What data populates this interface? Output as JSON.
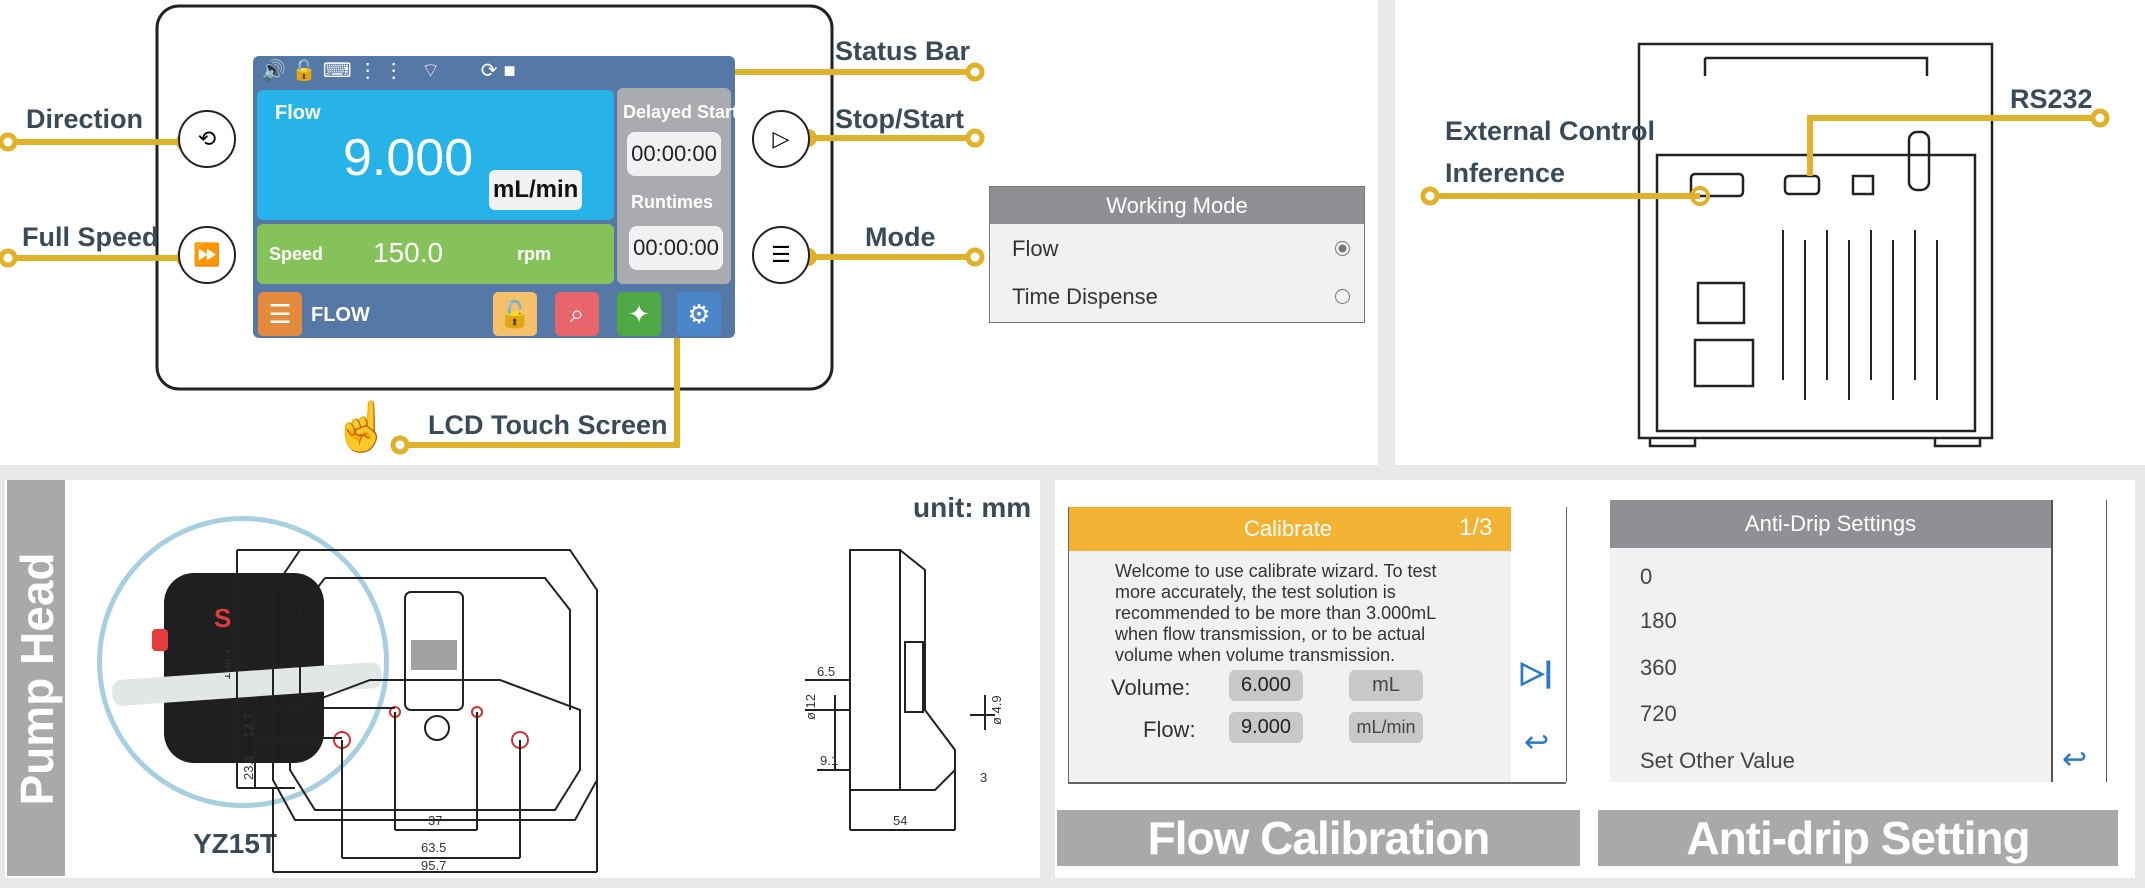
{
  "front_panel": {
    "callouts": {
      "status_bar": "Status Bar",
      "direction": "Direction",
      "stop_start": "Stop/Start",
      "full_speed": "Full Speed",
      "mode": "Mode",
      "lcd": "LCD Touch Screen"
    },
    "screen": {
      "flow_label": "Flow",
      "flow_value": "9.000",
      "flow_unit": "mL/min",
      "delayed_start_label": "Delayed Start",
      "delayed_start_value": "00:00:00",
      "runtimes_label": "Runtimes",
      "runtimes_value": "00:00:00",
      "speed_label": "Speed",
      "speed_value": "150.0",
      "speed_unit": "rpm",
      "mode_name": "FLOW"
    },
    "colors": {
      "gold": "#e0b12a",
      "flow_bg": "#27b3e8",
      "speed_bg": "#86c25a",
      "screen_bg": "#5578a6"
    }
  },
  "working_mode": {
    "title": "Working Mode",
    "options": [
      {
        "label": "Flow",
        "selected": true
      },
      {
        "label": "Time Dispense",
        "selected": false
      }
    ]
  },
  "back_panel": {
    "callouts": {
      "rs232": "RS232",
      "external_line1": "External Control",
      "external_line2": "Inference"
    }
  },
  "pump_head": {
    "side_title": "Pump Head",
    "model": "YZ15T",
    "unit": "unit: mm",
    "dimensions": {
      "height": "108.7",
      "d12_7": "12.7",
      "d23_1": "23.1",
      "d37": "37",
      "d63_5": "63.5",
      "d95_7": "95.7",
      "d6_5": "6.5",
      "phi12": "ø 12",
      "d9_1": "9.1",
      "d54": "54",
      "d3": "3",
      "phi4_9": "ø 4.9"
    }
  },
  "calibrate": {
    "title": "Calibrate",
    "page": "1/3",
    "text": "Welcome to use calibrate wizard. To test more accurately, the test solution is recommended to be more than 3.000mL when flow transmission, or to be actual volume when volume transmission.",
    "volume_label": "Volume:",
    "volume_value": "6.000",
    "volume_unit": "mL",
    "flow_label": "Flow:",
    "flow_value": "9.000",
    "flow_unit": "mL/min",
    "banner": "Flow Calibration"
  },
  "anti_drip": {
    "title": "Anti-Drip Settings",
    "items": [
      "0",
      "180",
      "360",
      "720",
      "Set Other Value"
    ],
    "banner": "Anti-drip Setting"
  }
}
